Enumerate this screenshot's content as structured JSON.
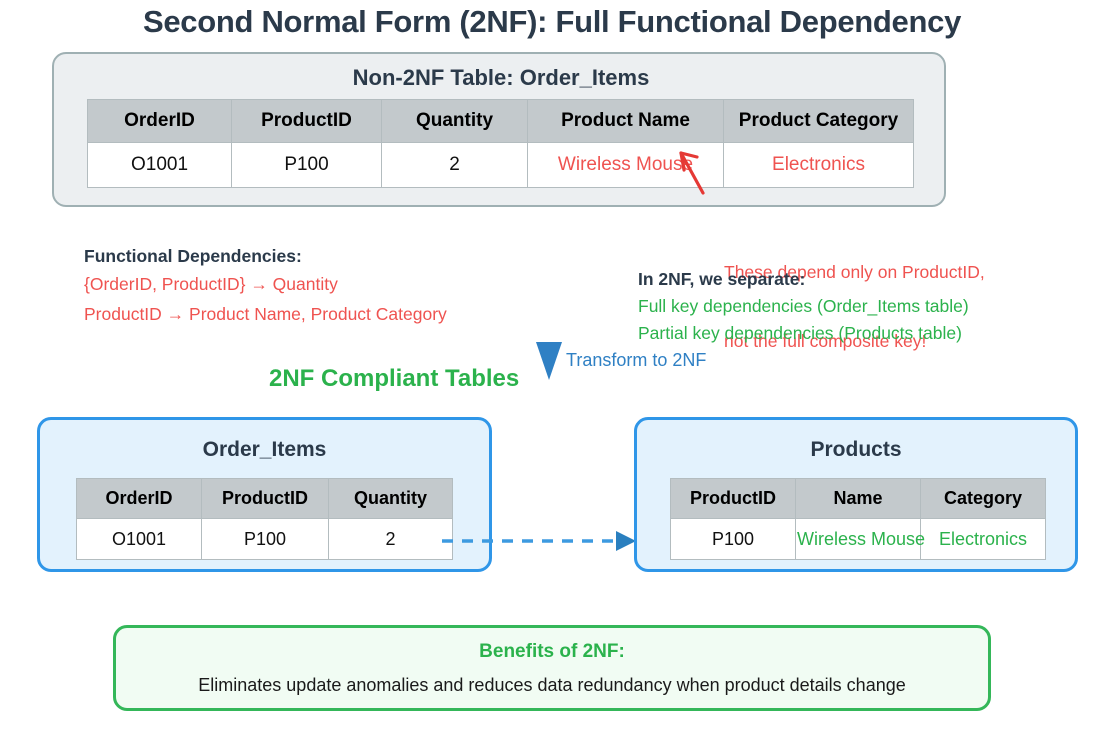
{
  "title": "Second Normal Form (2NF): Full Functional Dependency",
  "colors": {
    "title": "#2b3a4a",
    "violation_red": "#ef5350",
    "compliant_green": "#2bb24c",
    "accent_blue": "#2f96e8",
    "panel_grey": "#eceff1",
    "panel_blue": "#e3f2fd",
    "panel_benefits": "#f1fcf3",
    "header_cell": "#c3c9cc"
  },
  "non_2nf_panel": {
    "title": "Non-2NF Table: Order_Items",
    "table": {
      "columns": [
        "OrderID",
        "ProductID",
        "Quantity",
        "Product Name",
        "Product Category"
      ],
      "rows": [
        {
          "OrderID": "O1001",
          "ProductID": "P100",
          "Quantity": "2",
          "Product Name": "Wireless Mouse",
          "Product Category": "Electronics"
        }
      ],
      "violation_cells": [
        "Product Name",
        "Product Category"
      ]
    }
  },
  "annotations": {
    "fd_heading": "Functional Dependencies:",
    "fd_line_1": "{OrderID, ProductID} → Quantity",
    "fd_line_2": "ProductID → Product Name, Product Category",
    "callout_red_line_1": "These depend only on ProductID,",
    "callout_red_line_2": "not the full composite key!",
    "separate_heading": "In 2NF, we separate:",
    "separate_line_1": "Full key dependencies (Order_Items table)",
    "separate_line_2": "Partial key dependencies (Products table)",
    "transform_label": "Transform to 2NF",
    "compliant_label": "2NF Compliant Tables"
  },
  "result_panels": [
    {
      "title": "Order_Items",
      "table": {
        "columns": [
          "OrderID",
          "ProductID",
          "Quantity"
        ],
        "rows": [
          {
            "OrderID": "O1001",
            "ProductID": "P100",
            "Quantity": "2"
          }
        ]
      }
    },
    {
      "title": "Products",
      "table": {
        "columns": [
          "ProductID",
          "Name",
          "Category"
        ],
        "rows": [
          {
            "ProductID": "P100",
            "Name": "Wireless Mouse",
            "Category": "Electronics"
          }
        ],
        "green_cells": [
          "Name",
          "Category"
        ]
      }
    }
  ],
  "benefits": {
    "title": "Benefits of 2NF:",
    "body": "Eliminates update anomalies and reduces data redundancy when product details change"
  }
}
